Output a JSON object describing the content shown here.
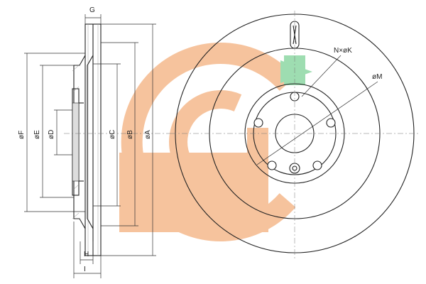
{
  "labels": {
    "G": "G",
    "F": "øF",
    "E": "øE",
    "D": "øD",
    "C": "øC",
    "B": "øB",
    "A": "øA",
    "H": "H",
    "I": "I",
    "NK": "N×øK",
    "M": "øM"
  },
  "colors": {
    "logo_orange": "#f5b98c",
    "logo_green": "#8ed8a4",
    "line": "#222222"
  },
  "logo": {
    "name": "watermark-logo"
  }
}
